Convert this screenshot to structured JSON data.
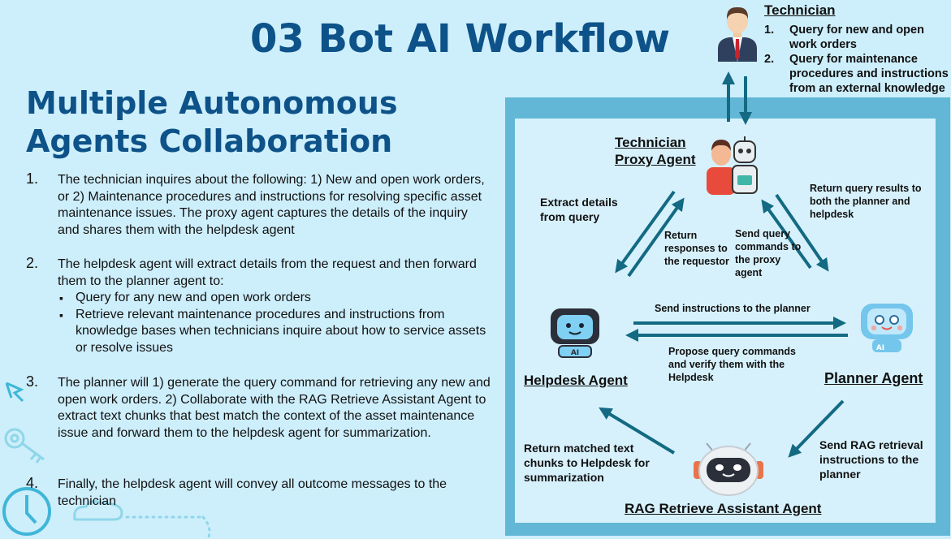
{
  "title": "03 Bot AI Workflow",
  "subtitle": "Multiple Autonomous Agents Collaboration",
  "steps": [
    {
      "num": "1.",
      "text": "The technician inquires about the following: 1) New and open work orders, or 2) Maintenance procedures and instructions for resolving specific asset maintenance issues. The proxy agent captures the details of the inquiry and shares them with the helpdesk agent"
    },
    {
      "num": "2.",
      "text": "The helpdesk agent will extract details from the request and then forward them to the planner agent to:",
      "bullets": [
        "Query for any new and open work orders",
        "Retrieve relevant maintenance procedures and instructions from knowledge bases when technicians inquire about how to service assets or resolve issues"
      ]
    },
    {
      "num": "3.",
      "text": "The planner will 1) generate the query command for retrieving any new and open work orders. 2) Collaborate with the RAG Retrieve Assistant Agent to extract text chunks that best match the context of the asset maintenance issue and forward them to the helpdesk agent for summarization."
    },
    {
      "num": "4.",
      "text": "Finally, the helpdesk agent will convey all outcome messages to the technician"
    }
  ],
  "technician": {
    "title": "Technician",
    "items": [
      {
        "num": "1.",
        "text": "Query for new and open work orders"
      },
      {
        "num": "2.",
        "text": "Query for maintenance procedures and instructions from an external knowledge base"
      }
    ]
  },
  "agents": {
    "proxy": "Technician Proxy Agent",
    "proxy_line1": "Technician",
    "proxy_line2": "Proxy Agent",
    "helpdesk": "Helpdesk Agent",
    "planner": "Planner Agent",
    "rag": "RAG Retrieve Assistant Agent"
  },
  "notes": {
    "extract": "Extract details from query",
    "return_responses": "Return responses to the requestor",
    "send_query": "Send query commands to the proxy agent",
    "return_results": "Return query results to both the planner and helpdesk",
    "send_instructions": "Send instructions to the planner",
    "propose": "Propose query commands and verify them with the Helpdesk",
    "return_chunks": "Return matched text chunks to Helpdesk for summarization",
    "send_rag": "Send RAG retrieval instructions to the planner"
  },
  "colors": {
    "accent": "#0d5288",
    "arrow": "#136a82",
    "frame": "#62b7d6",
    "background": "#cdeefb"
  },
  "icons": [
    "technician-person-icon",
    "proxy-agent-icon",
    "helpdesk-robot-icon",
    "planner-robot-icon",
    "rag-robot-icon",
    "cursor-arrow-icon",
    "key-icon",
    "clock-icon",
    "cloud-icon"
  ]
}
